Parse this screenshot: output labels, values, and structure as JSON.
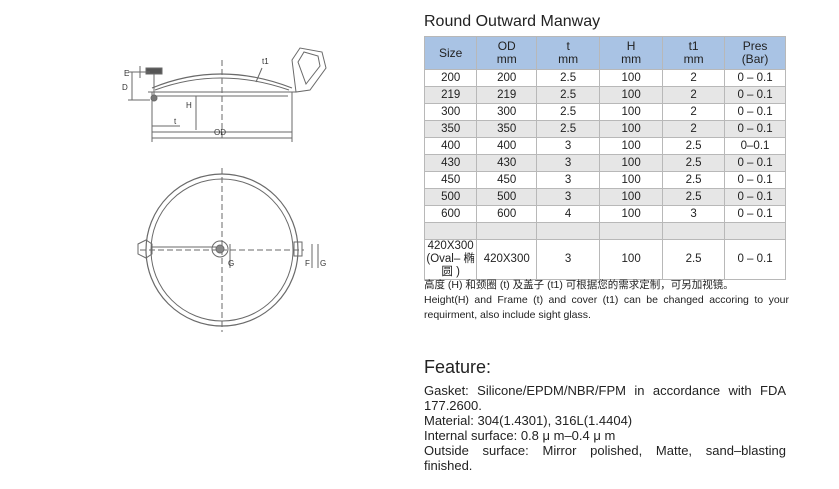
{
  "title": "Round Outward Manway",
  "table": {
    "headers": [
      {
        "l1": "Size",
        "l2": ""
      },
      {
        "l1": "OD",
        "l2": "mm"
      },
      {
        "l1": "t",
        "l2": "mm"
      },
      {
        "l1": "H",
        "l2": "mm"
      },
      {
        "l1": "t1",
        "l2": "mm"
      },
      {
        "l1": "Pres",
        "l2": "(Bar)"
      }
    ],
    "rows": [
      [
        "200",
        "200",
        "2.5",
        "100",
        "2",
        "0 – 0.1"
      ],
      [
        "219",
        "219",
        "2.5",
        "100",
        "2",
        "0 – 0.1"
      ],
      [
        "300",
        "300",
        "2.5",
        "100",
        "2",
        "0 – 0.1"
      ],
      [
        "350",
        "350",
        "2.5",
        "100",
        "2",
        "0 – 0.1"
      ],
      [
        "400",
        "400",
        "3",
        "100",
        "2.5",
        "0–0.1"
      ],
      [
        "430",
        "430",
        "3",
        "100",
        "2.5",
        "0 – 0.1"
      ],
      [
        "450",
        "450",
        "3",
        "100",
        "2.5",
        "0 – 0.1"
      ],
      [
        "500",
        "500",
        "3",
        "100",
        "2.5",
        "0 – 0.1"
      ],
      [
        "600",
        "600",
        "4",
        "100",
        "3",
        "0 – 0.1"
      ]
    ],
    "oval_row": {
      "size_l1": "420X300",
      "size_l2": "(Oval– 椭圆 )",
      "od": "420X300",
      "t": "3",
      "h": "100",
      "t1": "2.5",
      "pres": "0 – 0.1"
    }
  },
  "note_cn": "高度 (H) 和颈圈 (t) 及盖子 (t1) 可根据您的需求定制，可另加视镜。",
  "note_en": "Height(H) and Frame (t) and cover (t1) can be changed accoring to your requirment, also include sight glass.",
  "feature_heading": "Feature:",
  "features": [
    "Gasket: Silicone/EPDM/NBR/FPM in accordance with FDA 177.2600.",
    "Material: 304(1.4301), 316L(1.4404)",
    "Internal surface: 0.8 μ m–0.4 μ m",
    "Outside surface: Mirror polished, Matte, sand–blasting finished."
  ],
  "drawing_labels": {
    "e": "E",
    "d": "D",
    "h": "H",
    "t": "t",
    "t1": "t1",
    "od": "OD",
    "g": "G",
    "f": "F",
    "g2": "G"
  },
  "colors": {
    "header_bg": "#a9c3e4",
    "shade_bg": "#e6e6e6",
    "line": "#666666"
  }
}
